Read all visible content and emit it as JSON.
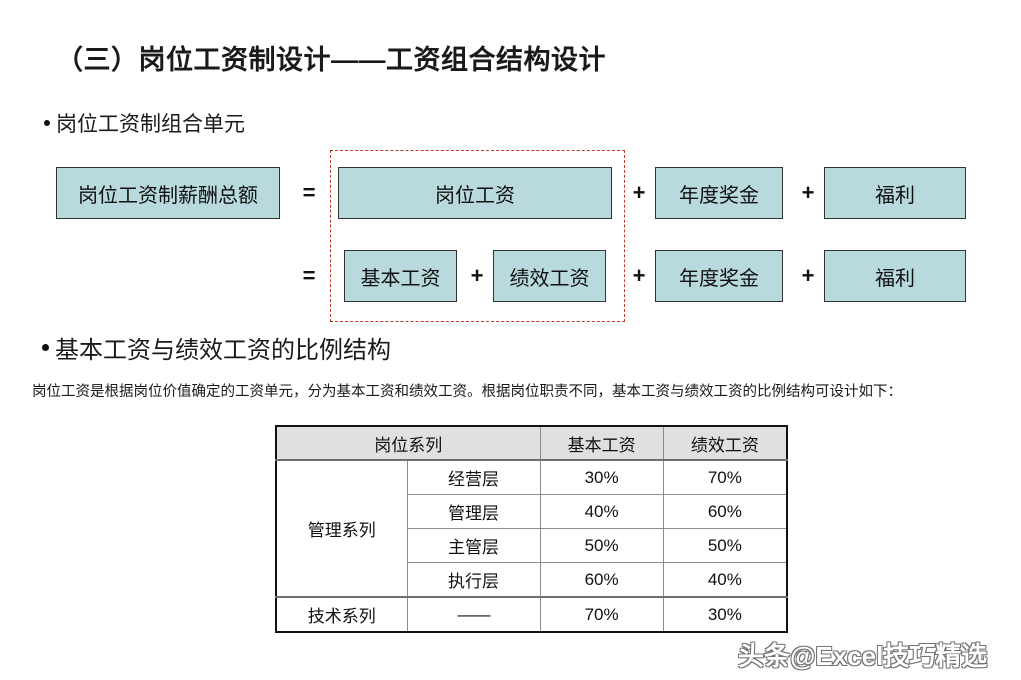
{
  "slide": {
    "title": "（三）岗位工资制设计——工资组合结构设计",
    "bullet_one": "岗位工资制组合单元",
    "bullet_two": "基本工资与绩效工资的比例结构",
    "paragraph": "岗位工资是根据岗位价值确定的工资单元，分为基本工资和绩效工资。根据岗位职责不同，基本工资与绩效工资的比例结构可设计如下："
  },
  "formula": {
    "total_label": "岗位工资制薪酬总额",
    "equals": "=",
    "plus": "+",
    "row1": {
      "post_salary": "岗位工资",
      "annual_bonus": "年度奖金",
      "welfare": "福利"
    },
    "row2": {
      "base_salary": "基本工资",
      "performance_salary": "绩效工资",
      "annual_bonus": "年度奖金",
      "welfare": "福利"
    },
    "dashed_border_color": "#c0392b",
    "box_fill_color": "#b8dadd",
    "box_border_color": "#333333"
  },
  "table": {
    "headers": [
      "岗位系列",
      "基本工资",
      "绩效工资"
    ],
    "series_management": "管理系列",
    "series_technical": "技术系列",
    "technical_level_dash": "——",
    "rows": [
      {
        "level": "经营层",
        "base": "30%",
        "perf": "70%"
      },
      {
        "level": "管理层",
        "base": "40%",
        "perf": "60%"
      },
      {
        "level": "主管层",
        "base": "50%",
        "perf": "50%"
      },
      {
        "level": "执行层",
        "base": "60%",
        "perf": "40%"
      }
    ],
    "technical_row": {
      "base": "70%",
      "perf": "30%"
    },
    "header_fill_color": "#e0e0e0"
  },
  "watermark": {
    "text": "头条@Excel技巧精选"
  }
}
